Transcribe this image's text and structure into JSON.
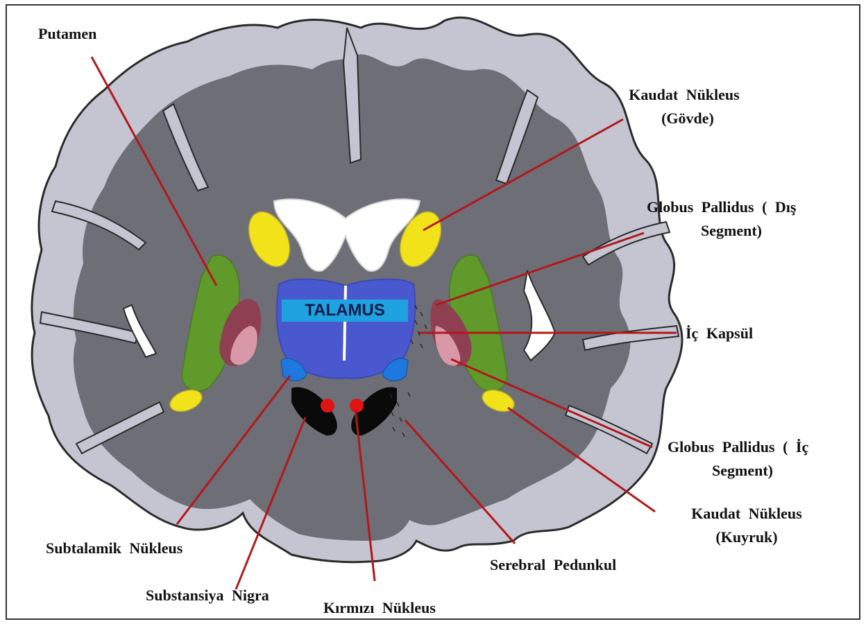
{
  "labels": {
    "putamen": "Putamen",
    "kaudat_govde_1": "Kaudat Nükleus",
    "kaudat_govde_2": "(Gövde)",
    "gp_dis_1": "Globus Pallidus ( Dış",
    "gp_dis_2": "Segment)",
    "ic_kapsul": "İç Kapsül",
    "gp_ic_1": "Globus Pallidus ( İç",
    "gp_ic_2": "Segment)",
    "kaudat_kuyruk_1": "Kaudat Nükleus",
    "kaudat_kuyruk_2": "(Kuyruk)",
    "serebral_pedunkul": "Serebral Pedunkul",
    "subtalamik": "Subtalamik Nükleus",
    "substansiya": "Substansiya Nigra",
    "kirmizi": "Kırmızı Nükleus",
    "talamus": "TALAMUS"
  },
  "colors": {
    "cortex": "#c4c5d1",
    "white_matter": "#6e6e76",
    "outline": "#2a2a2a",
    "leader_line": "#b3171a",
    "putamen": "#5f9a2a",
    "caudate": "#f2e21a",
    "gp_external": "#8f3f52",
    "gp_internal": "#d898a8",
    "thalamus": "#4a58d0",
    "subthalamic": "#1e78e0",
    "substantia_nigra": "#0a0a0a",
    "red_nucleus": "#e01414",
    "ventricle": "#ffffff",
    "talamus_label_bg": "#1fa3e0"
  }
}
